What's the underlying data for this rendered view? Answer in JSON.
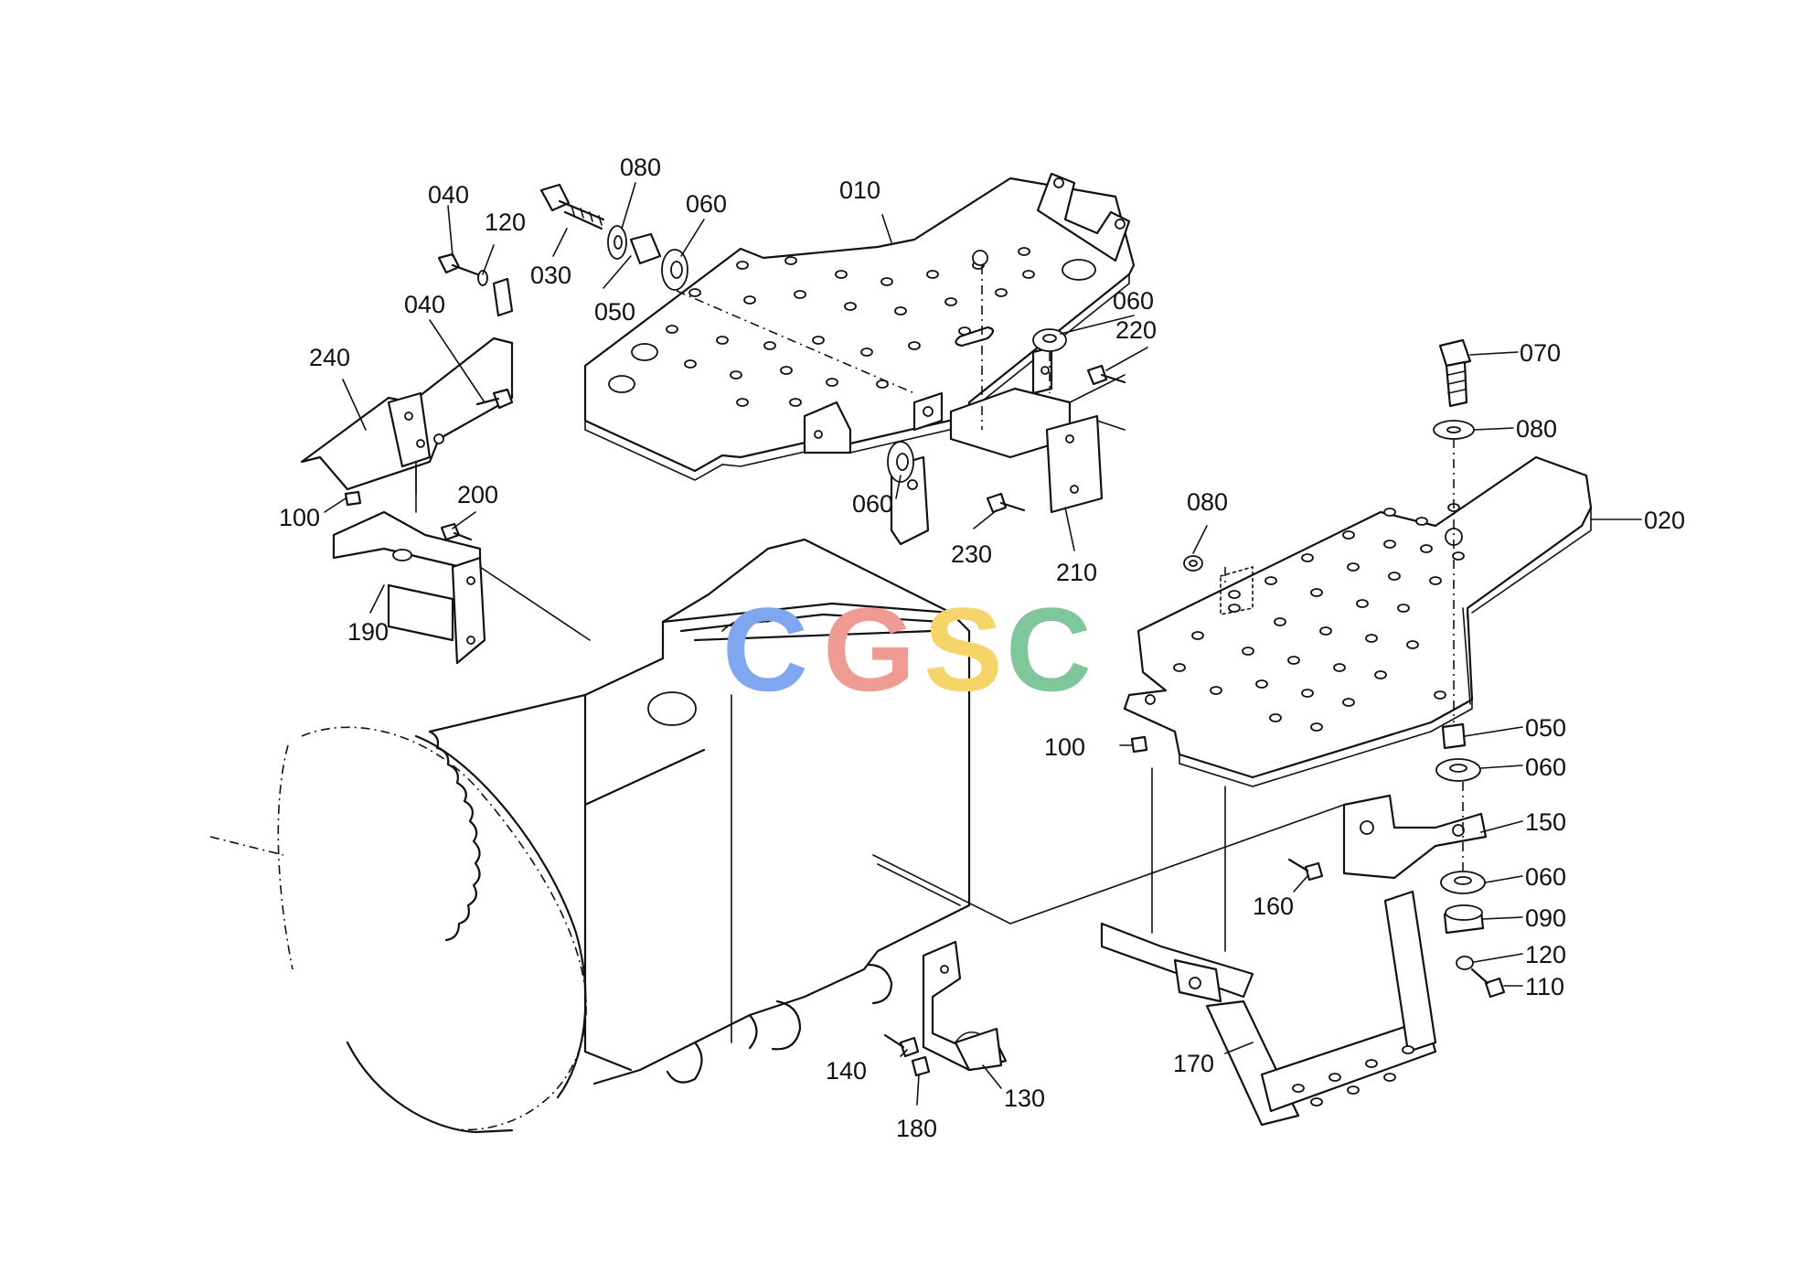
{
  "watermark": {
    "letters": [
      "C",
      "G",
      "S",
      "C"
    ],
    "colors": [
      "#7fa7f0",
      "#f09a94",
      "#f5d56a",
      "#7fc79a"
    ]
  },
  "callouts": {
    "c010": "010",
    "c020": "020",
    "c030": "030",
    "c040a": "040",
    "c040b": "040",
    "c050a": "050",
    "c050b": "050",
    "c060a": "060",
    "c060b": "060",
    "c060c": "060",
    "c060d": "060",
    "c060e": "060",
    "c070": "070",
    "c080a": "080",
    "c080b": "080",
    "c080c": "080",
    "c090": "090",
    "c100a": "100",
    "c100b": "100",
    "c110": "110",
    "c120a": "120",
    "c120b": "120",
    "c130": "130",
    "c140": "140",
    "c150": "150",
    "c160": "160",
    "c170": "170",
    "c180": "180",
    "c190": "190",
    "c200": "200",
    "c210": "210",
    "c220": "220",
    "c230": "230",
    "c240": "240"
  }
}
